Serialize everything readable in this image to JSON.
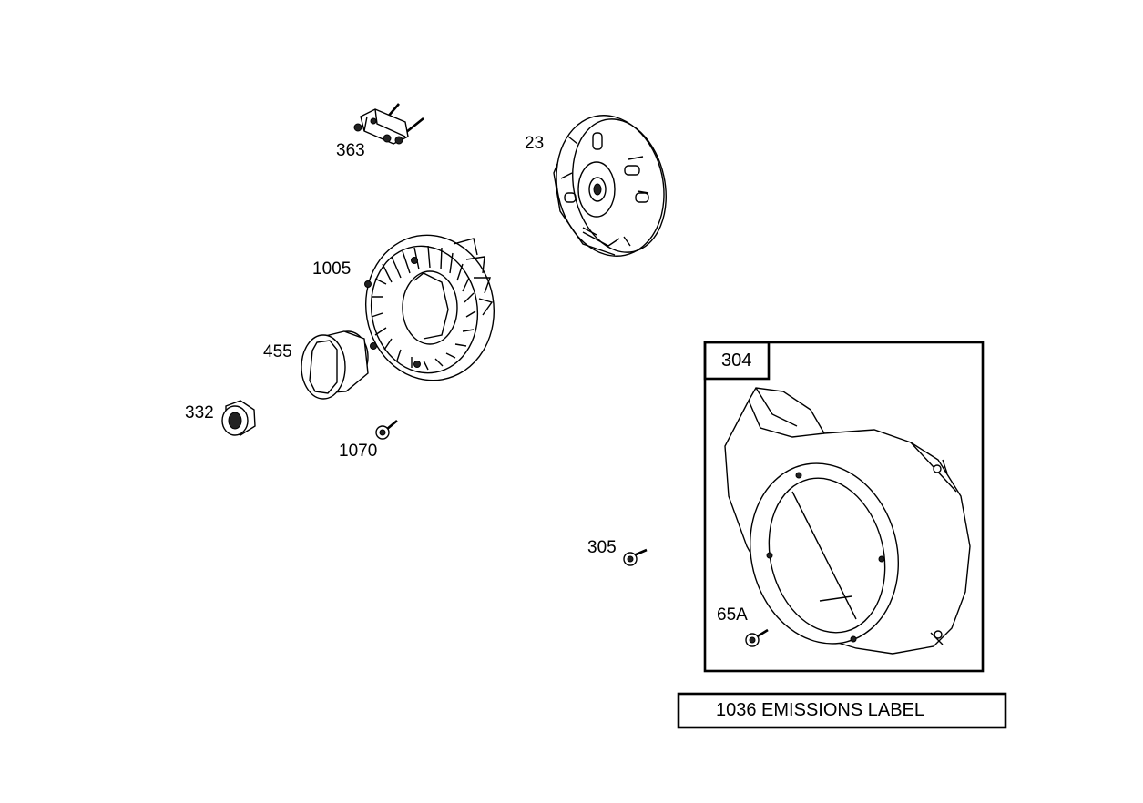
{
  "parts": {
    "p363": "363",
    "p23": "23",
    "p1005": "1005",
    "p455": "455",
    "p332": "332",
    "p1070": "1070",
    "p305": "305",
    "p304": "304",
    "p65a": "65A"
  },
  "emissions_label": "1036 EMISSIONS LABEL",
  "icons": [
    "screw-icon",
    "nut-icon",
    "flywheel-icon",
    "fan-icon",
    "cup-icon",
    "blower-housing-icon"
  ]
}
